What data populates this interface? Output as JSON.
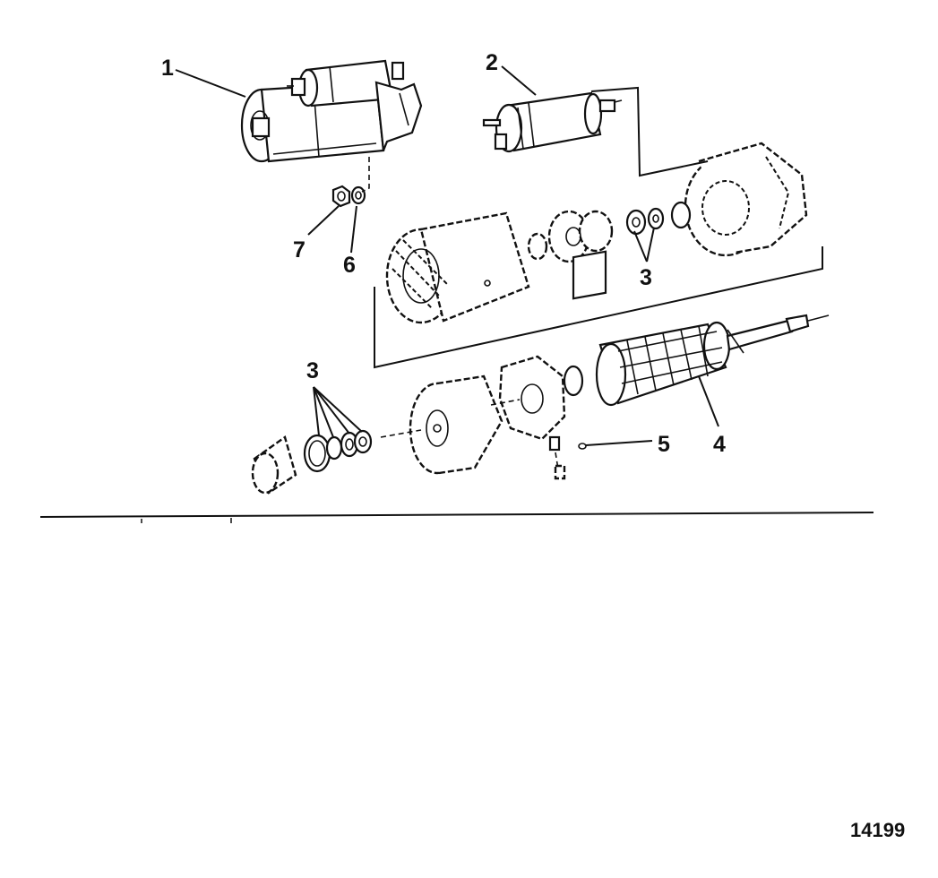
{
  "diagram": {
    "figure_number": "14199",
    "callouts": [
      {
        "id": "callout-1",
        "label": "1"
      },
      {
        "id": "callout-2",
        "label": "2"
      },
      {
        "id": "callout-3-upper",
        "label": "3"
      },
      {
        "id": "callout-3-lower",
        "label": "3"
      },
      {
        "id": "callout-4",
        "label": "4"
      },
      {
        "id": "callout-5",
        "label": "5"
      },
      {
        "id": "callout-6",
        "label": "6"
      },
      {
        "id": "callout-7",
        "label": "7"
      }
    ]
  }
}
